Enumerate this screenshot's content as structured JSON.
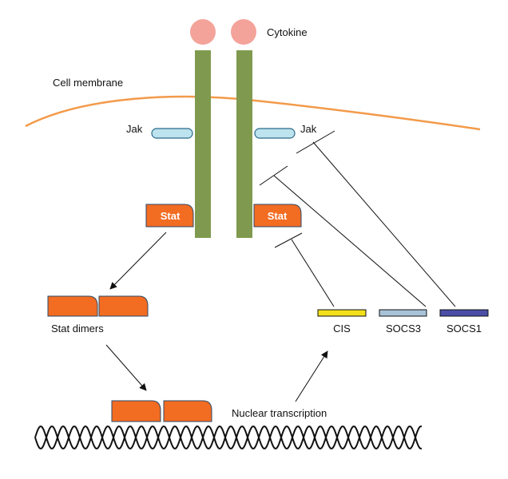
{
  "labels": {
    "cytokine": "Cytokine",
    "cell_membrane": "Cell membrane",
    "jak_left": "Jak",
    "jak_right": "Jak",
    "stat_left": "Stat",
    "stat_right": "Stat",
    "stat_dimers": "Stat dimers",
    "nuclear_transcription": "Nuclear transcription",
    "cis": "CIS",
    "socs3": "SOCS3",
    "socs1": "SOCS1"
  },
  "colors": {
    "cytokine": "#f4a39a",
    "receptor": "#7f9a4e",
    "membrane": "#f39a4a",
    "jak_fill": "#bde3ee",
    "jak_stroke": "#2b6a8a",
    "stat_fill": "#f26c22",
    "stat_stroke": "#2b4a6a",
    "cis": "#f3e01a",
    "socs3": "#a9c3d8",
    "socs1": "#4a4ea6",
    "line": "#111111"
  }
}
